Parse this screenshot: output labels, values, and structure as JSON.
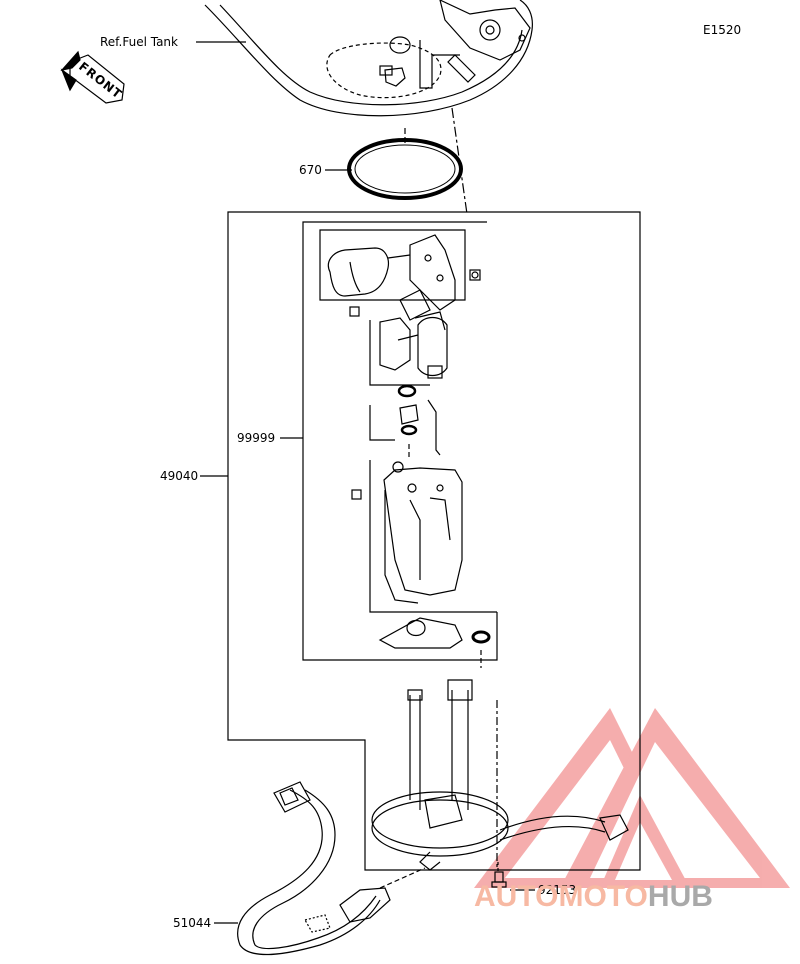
{
  "diagram": {
    "code": "E1520",
    "front_label": "FRONT",
    "ref_label": "Ref.Fuel Tank",
    "parts": {
      "p670": "670",
      "p49040": "49040",
      "p99999": "99999",
      "p92153": "92153",
      "p51044": "51044"
    }
  },
  "watermark": {
    "part1": "AUTO",
    "part2": "MOTO",
    "part3": "HUB",
    "colors": {
      "triangle": "#e8434a",
      "text_light": "#f7b9a3",
      "text_gray": "#a9a9a9"
    }
  }
}
